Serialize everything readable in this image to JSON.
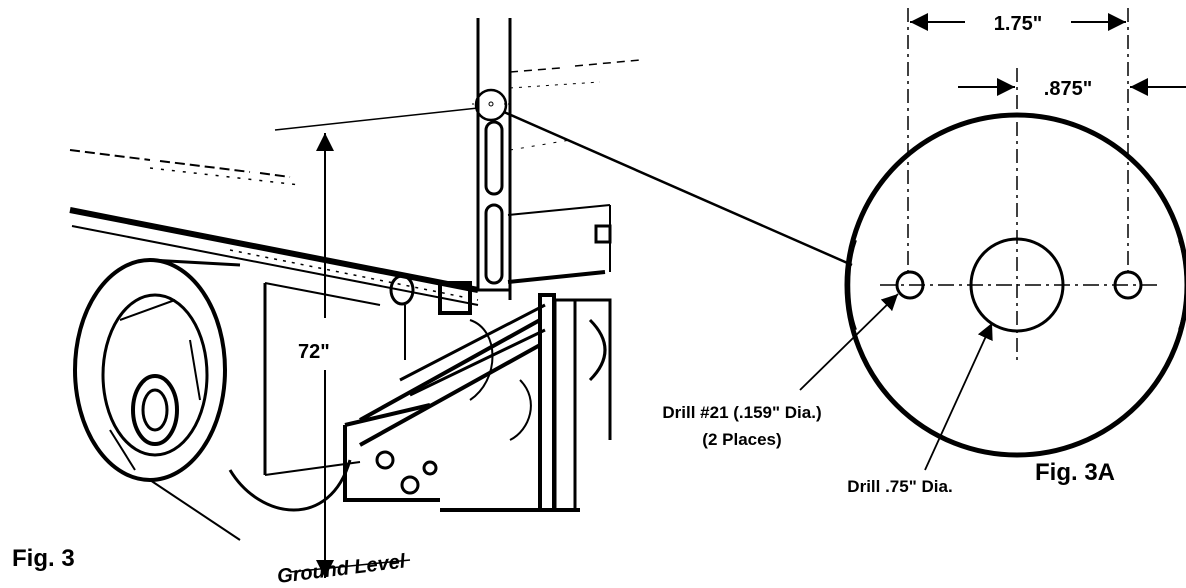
{
  "figure_3": {
    "label": "Fig. 3",
    "height_dimension": "72\"",
    "ground_label": "Ground Level"
  },
  "figure_3a": {
    "label": "Fig. 3A",
    "outer_spacing": "1.75\"",
    "center_offset": ".875\"",
    "small_hole_note_line1": "Drill #21 (.159\" Dia.)",
    "small_hole_note_line2": "(2 Places)",
    "large_hole_note": "Drill .75\" Dia."
  },
  "colors": {
    "ink": "#000000",
    "background": "#ffffff"
  }
}
